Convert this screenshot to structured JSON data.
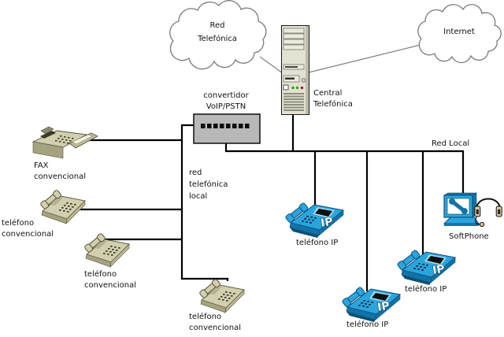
{
  "clouds": {
    "pstn": {
      "line1": "Red",
      "line2": "Telefónica"
    },
    "internet": {
      "label": "Internet"
    }
  },
  "nodes": {
    "converter": {
      "line1": "convertidor",
      "line2": "VoIP/PSTN"
    },
    "central": {
      "line1": "Central",
      "line2": "Telefónica"
    },
    "fax": {
      "line1": "FAX",
      "line2": "convencional"
    },
    "phone_conv_1": {
      "line1": "teléfono",
      "line2": "convencional"
    },
    "phone_conv_2": {
      "line1": "teléfono",
      "line2": "convencional"
    },
    "phone_conv_3": {
      "line1": "teléfono",
      "line2": "convencional"
    },
    "ip_phone_1": {
      "label": "teléfono IP"
    },
    "ip_phone_2": {
      "label": "teléfono IP"
    },
    "ip_phone_3": {
      "label": "teléfono IP"
    },
    "softphone": {
      "label": "SoftPhone"
    }
  },
  "net_labels": {
    "red_local": "Red Local",
    "pstn_local": {
      "line1": "red",
      "line2": "telefónica",
      "line3": "local"
    }
  },
  "icon_text": {
    "ip_badge": "IP"
  },
  "colors": {
    "wire": "#000000",
    "link": "#808080",
    "cloud_stroke": "#7a7a7a",
    "text": "#111111",
    "ip_blue": "#2aa5dd",
    "ip_blue_dark": "#1173a8",
    "ip_blue_deep": "#0d4f75",
    "beige": "#d2cfae",
    "beige_dark": "#a5a27f",
    "beige_mid": "#bcb995",
    "converter_gray": "#b8b8b8",
    "server_body": "#e3e1d2",
    "led_green": "#27a327",
    "led_red": "#9b2020"
  }
}
